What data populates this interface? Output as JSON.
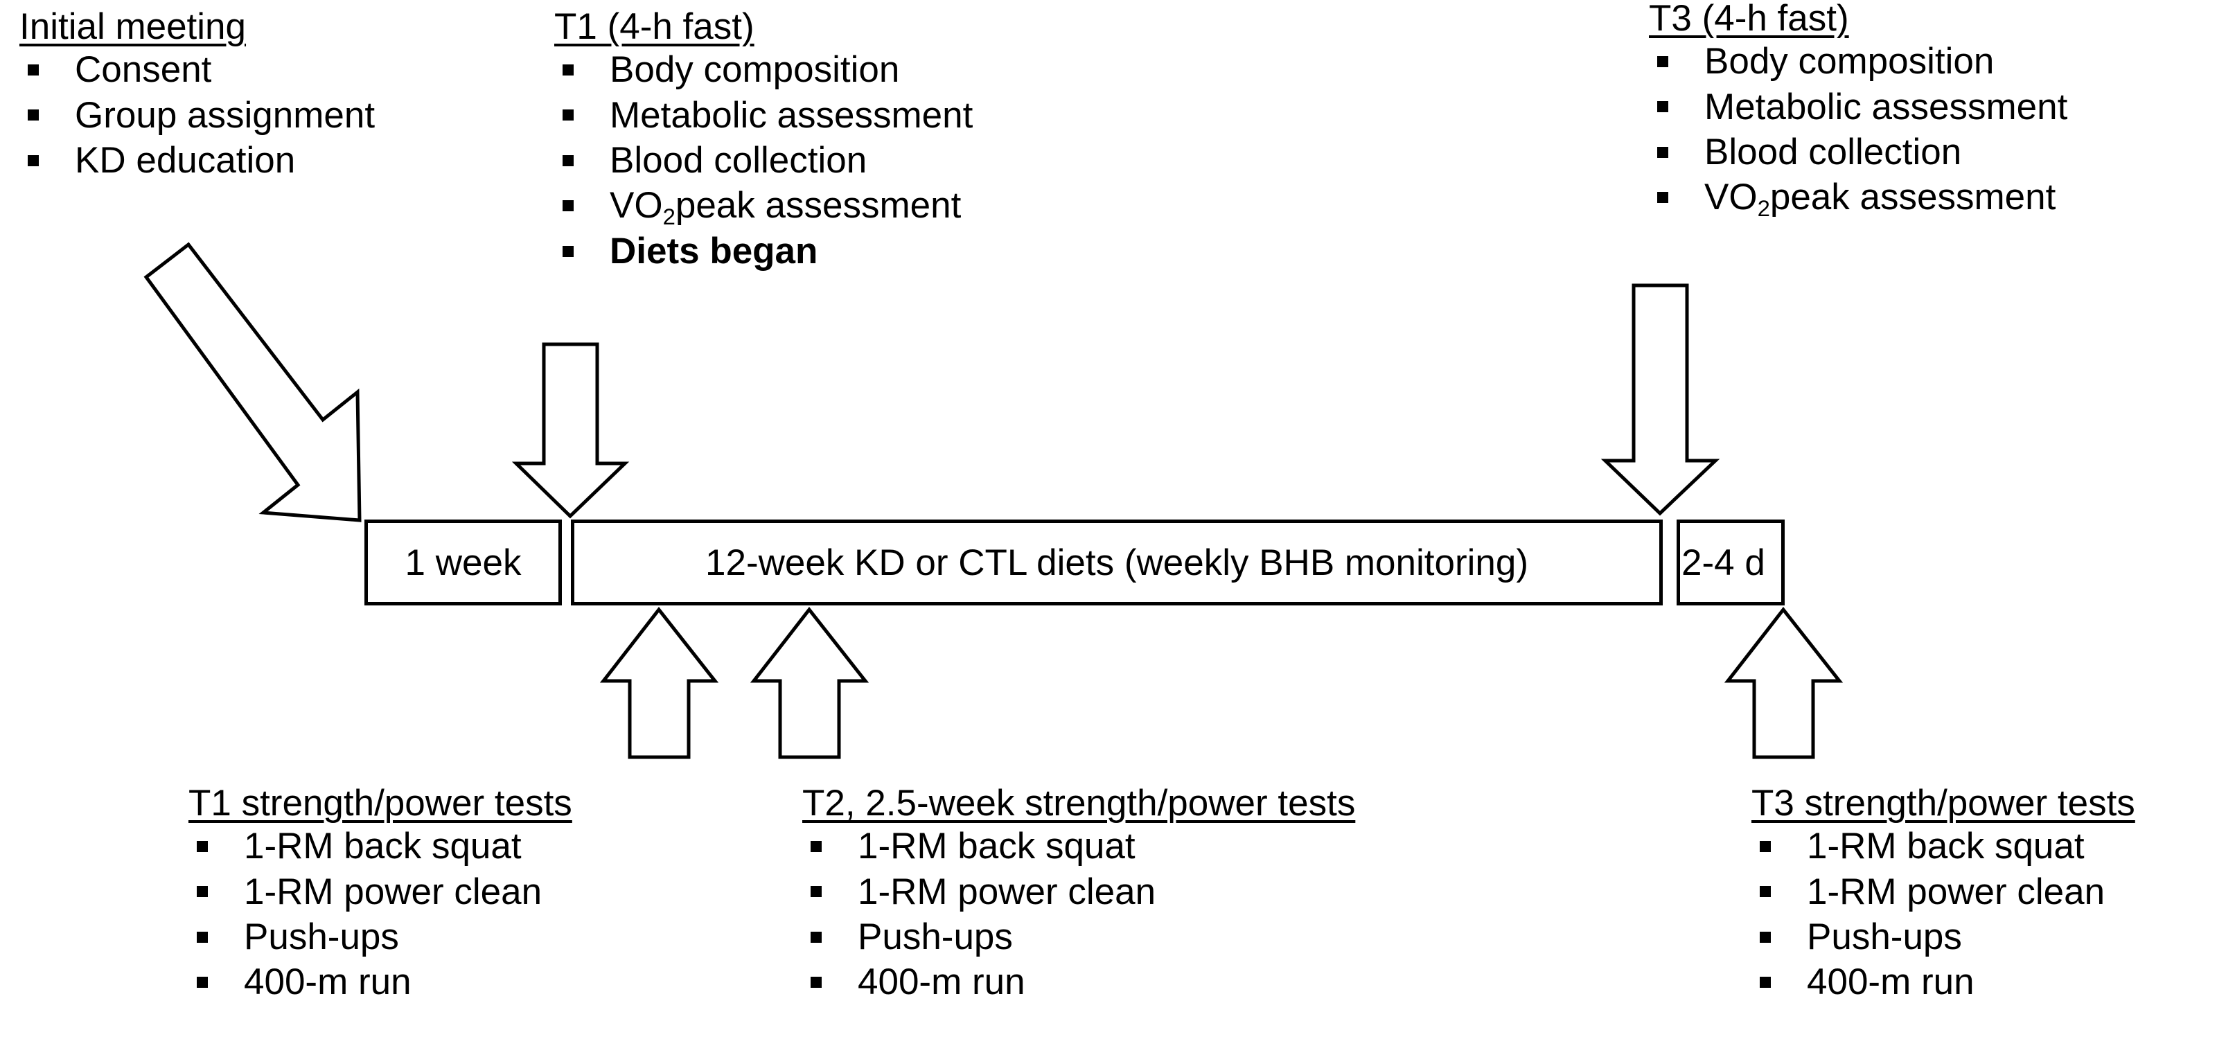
{
  "figure": {
    "type": "study-timeline-flow-diagram",
    "colors": {
      "ink": "#000000",
      "background": "#ffffff"
    }
  },
  "top_blocks": [
    {
      "id": "initial-meeting",
      "title": "Initial meeting",
      "items": [
        {
          "text": "Consent",
          "bold": false
        },
        {
          "text": "Group assignment",
          "bold": false
        },
        {
          "text": "KD education",
          "bold": false
        }
      ]
    },
    {
      "id": "t1-visit",
      "title": "T1 (4-h fast)",
      "items": [
        {
          "text": "Body composition",
          "bold": false
        },
        {
          "text": "Metabolic assessment",
          "bold": false
        },
        {
          "text": "Blood collection",
          "bold": false
        },
        {
          "text": "VO",
          "sub": "2",
          "text_after": "peak assessment",
          "bold": false
        },
        {
          "text": "Diets began",
          "bold": true
        }
      ]
    },
    {
      "id": "t3-visit",
      "title": "T3 (4-h fast)",
      "items": [
        {
          "text": "Body composition",
          "bold": false
        },
        {
          "text": "Metabolic assessment",
          "bold": false
        },
        {
          "text": "Blood collection",
          "bold": false
        },
        {
          "text": "VO",
          "sub": "2",
          "text_after": "peak assessment",
          "bold": false
        }
      ]
    }
  ],
  "timeline": {
    "segments": [
      {
        "id": "run-in",
        "label": "1 week"
      },
      {
        "id": "intervention",
        "label": "12-week KD or CTL diets (weekly BHB monitoring)"
      },
      {
        "id": "post",
        "label": "2-4 d"
      }
    ]
  },
  "bottom_blocks": [
    {
      "id": "t1-tests",
      "title": "T1 strength/power tests",
      "items": [
        {
          "text": "1-RM back squat",
          "bold": false
        },
        {
          "text": "1-RM power clean",
          "bold": false
        },
        {
          "text": "Push-ups",
          "bold": false
        },
        {
          "text": "400-m run",
          "bold": false
        }
      ]
    },
    {
      "id": "t2-tests",
      "title": "T2, 2.5-week strength/power tests",
      "items": [
        {
          "text": "1-RM back squat",
          "bold": false
        },
        {
          "text": "1-RM power clean",
          "bold": false
        },
        {
          "text": "Push-ups",
          "bold": false
        },
        {
          "text": "400-m run",
          "bold": false
        }
      ]
    },
    {
      "id": "t3-tests",
      "title": "T3 strength/power tests",
      "items": [
        {
          "text": "1-RM back squat",
          "bold": false
        },
        {
          "text": "1-RM power clean",
          "bold": false
        },
        {
          "text": "Push-ups",
          "bold": false
        },
        {
          "text": "400-m run",
          "bold": false
        }
      ]
    }
  ],
  "arrows": [
    {
      "id": "initial-meeting-to-timeline",
      "direction": "down-right-diagonal"
    },
    {
      "id": "t1-visit-to-timeline",
      "direction": "down"
    },
    {
      "id": "t3-visit-to-timeline",
      "direction": "down"
    },
    {
      "id": "t1-tests-to-timeline",
      "direction": "up"
    },
    {
      "id": "t2-tests-to-timeline",
      "direction": "up"
    },
    {
      "id": "t3-tests-to-timeline",
      "direction": "up"
    }
  ]
}
